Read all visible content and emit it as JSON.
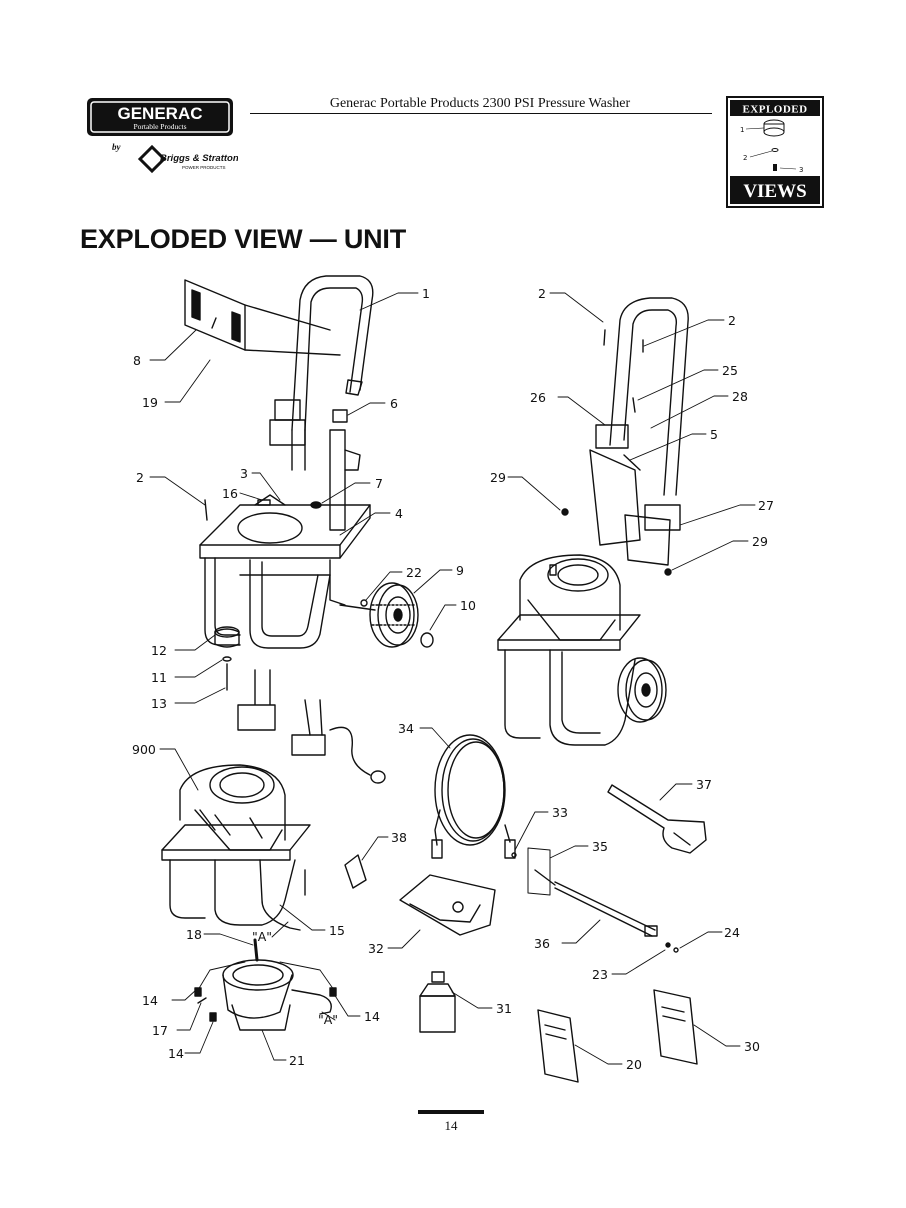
{
  "header": {
    "brand": "GENERAC",
    "brand_sub": "Portable Products",
    "by": "by",
    "partner": "Briggs & Stratton",
    "partner_sub": "POWER PRODUCTS",
    "doc_title": "Generac Portable Products 2300 PSI Pressure Washer"
  },
  "badge": {
    "top_word": "EXPLODED",
    "bottom_word": "VIEWS",
    "callouts": [
      "1",
      "2",
      "3"
    ]
  },
  "section_title": "EXPLODED VIEW — UNIT",
  "callouts": [
    {
      "id": "c-1",
      "label": "1"
    },
    {
      "id": "c-8",
      "label": "8"
    },
    {
      "id": "c-19",
      "label": "19"
    },
    {
      "id": "c-6",
      "label": "6"
    },
    {
      "id": "c-2a",
      "label": "2"
    },
    {
      "id": "c-3",
      "label": "3"
    },
    {
      "id": "c-16",
      "label": "16"
    },
    {
      "id": "c-7",
      "label": "7"
    },
    {
      "id": "c-4",
      "label": "4"
    },
    {
      "id": "c-22",
      "label": "22"
    },
    {
      "id": "c-9",
      "label": "9"
    },
    {
      "id": "c-10",
      "label": "10"
    },
    {
      "id": "c-12",
      "label": "12"
    },
    {
      "id": "c-11",
      "label": "11"
    },
    {
      "id": "c-13",
      "label": "13"
    },
    {
      "id": "c-2b",
      "label": "2"
    },
    {
      "id": "c-2c",
      "label": "2"
    },
    {
      "id": "c-25",
      "label": "25"
    },
    {
      "id": "c-26",
      "label": "26"
    },
    {
      "id": "c-28",
      "label": "28"
    },
    {
      "id": "c-5",
      "label": "5"
    },
    {
      "id": "c-29a",
      "label": "29"
    },
    {
      "id": "c-27",
      "label": "27"
    },
    {
      "id": "c-29b",
      "label": "29"
    },
    {
      "id": "c-900",
      "label": "900"
    },
    {
      "id": "c-34",
      "label": "34"
    },
    {
      "id": "c-37",
      "label": "37"
    },
    {
      "id": "c-33",
      "label": "33"
    },
    {
      "id": "c-38",
      "label": "38"
    },
    {
      "id": "c-35",
      "label": "35"
    },
    {
      "id": "c-15",
      "label": "15"
    },
    {
      "id": "c-A1",
      "label": "\"A\""
    },
    {
      "id": "c-18",
      "label": "18"
    },
    {
      "id": "c-32",
      "label": "32"
    },
    {
      "id": "c-36",
      "label": "36"
    },
    {
      "id": "c-24",
      "label": "24"
    },
    {
      "id": "c-23",
      "label": "23"
    },
    {
      "id": "c-14a",
      "label": "14"
    },
    {
      "id": "c-14b",
      "label": "14"
    },
    {
      "id": "c-A2",
      "label": "\"A\""
    },
    {
      "id": "c-17",
      "label": "17"
    },
    {
      "id": "c-14c",
      "label": "14"
    },
    {
      "id": "c-21",
      "label": "21"
    },
    {
      "id": "c-31",
      "label": "31"
    },
    {
      "id": "c-20",
      "label": "20"
    },
    {
      "id": "c-30",
      "label": "30"
    }
  ],
  "page_number": "14"
}
